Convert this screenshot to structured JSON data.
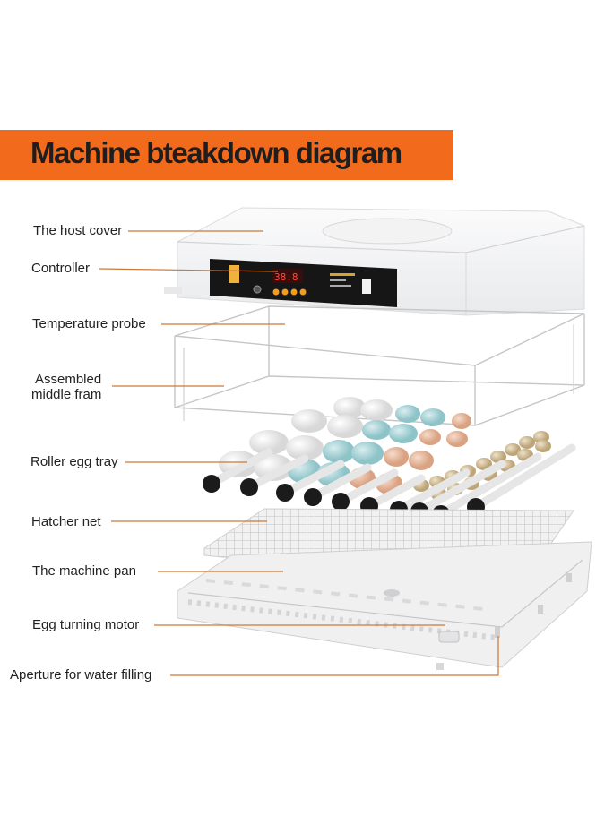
{
  "title": "Machine bteakdown diagram",
  "colors": {
    "banner": "#f26b1d",
    "leader_line": "#c9793a",
    "text": "#222222"
  },
  "labels": [
    {
      "id": "host-cover",
      "lines": [
        "The host cover"
      ]
    },
    {
      "id": "controller",
      "lines": [
        "Controller"
      ]
    },
    {
      "id": "temperature-probe",
      "lines": [
        "Temperature probe"
      ]
    },
    {
      "id": "middle-frame",
      "lines": [
        "Assembled",
        "middle fram"
      ]
    },
    {
      "id": "roller-egg-tray",
      "lines": [
        "Roller egg tray"
      ]
    },
    {
      "id": "hatcher-net",
      "lines": [
        "Hatcher net"
      ]
    },
    {
      "id": "machine-pan",
      "lines": [
        "The machine pan"
      ]
    },
    {
      "id": "egg-turning-motor",
      "lines": [
        "Egg turning motor"
      ]
    },
    {
      "id": "water-aperture",
      "lines": [
        "Aperture for water filling"
      ]
    }
  ]
}
